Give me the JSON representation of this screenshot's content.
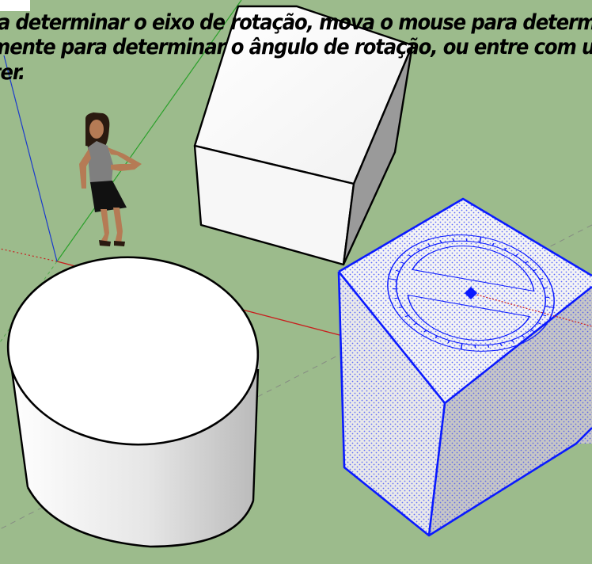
{
  "app": "SketchUp",
  "tool": "Rotate",
  "instruction": {
    "line1": "ra determinar o eixo de rotação, mova o mouse para determi",
    "line2": "mente para determinar o ângulo de rotação, ou entre com un",
    "line3": "ter."
  },
  "axes_colors": {
    "red": "#cc1a1a",
    "green": "#2aa02a",
    "blue": "#1a3acc"
  },
  "background_color": "#9cbb8c",
  "selection_color": "#0a1aff",
  "objects": [
    "human-figure",
    "box",
    "cylinder",
    "selected-cube",
    "protractor-cursor"
  ]
}
